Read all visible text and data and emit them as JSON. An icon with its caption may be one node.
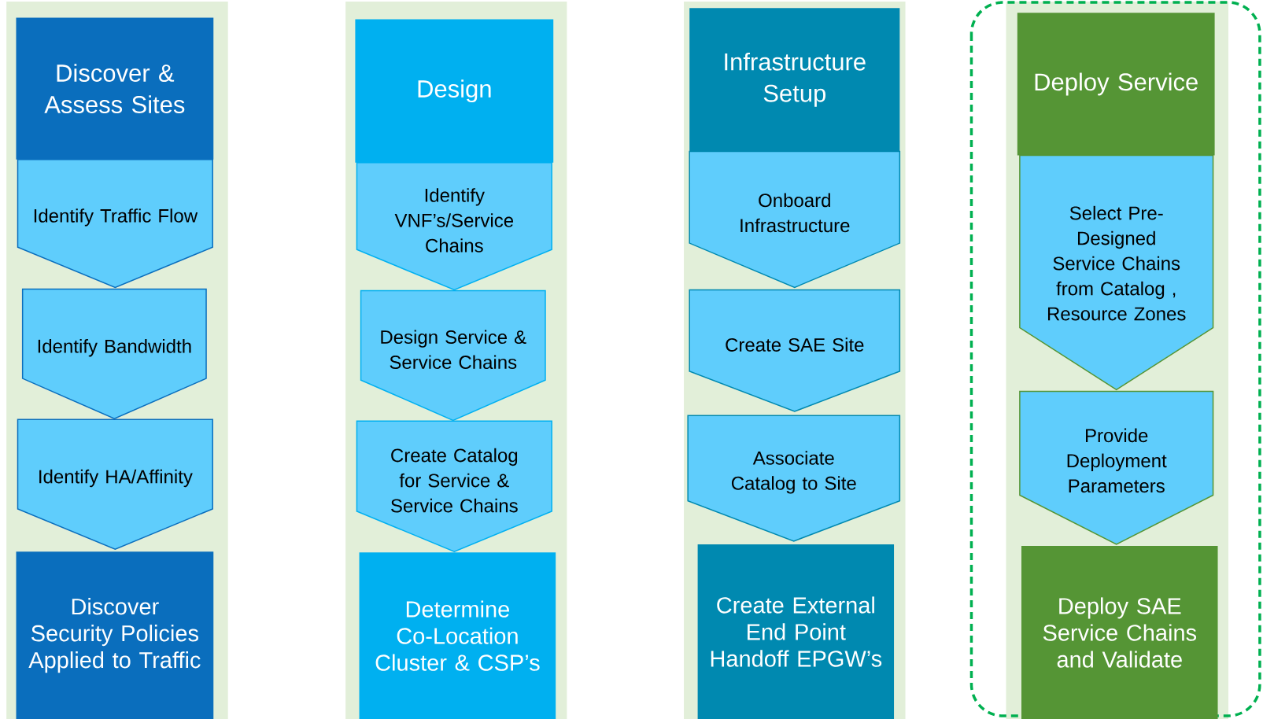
{
  "diagram": {
    "nodes": [
      {
        "text": [
          "Discover & Assess Sites"
        ]
      },
      {
        "text": [
          "Identify Traffic Flow"
        ]
      },
      {
        "text": [
          "Identify Bandwidth"
        ]
      },
      {
        "text": [
          "Identify HA/Affinity"
        ]
      },
      {
        "text": [
          "Discover Security Policies Applied to Traffic"
        ]
      },
      {
        "text": [
          "Design"
        ]
      },
      {
        "text": [
          "Identify VNF’s/Service Chains"
        ]
      },
      {
        "text": [
          "Design Service & Service Chains"
        ]
      },
      {
        "text": [
          "Create Catalog for Service & Service Chains"
        ]
      },
      {
        "text": [
          "Determine Co-Location Cluster & CSP’s"
        ]
      },
      {
        "text": [
          "Infrastructure Setup"
        ]
      },
      {
        "text": [
          "Onboard Infrastructure"
        ]
      },
      {
        "text": [
          "Create SAE Site"
        ]
      },
      {
        "text": [
          "Associate Catalog to Site"
        ]
      },
      {
        "text": [
          "Create External End Point Handoff EPGW’s"
        ]
      },
      {
        "text": [
          "Deploy Service"
        ]
      },
      {
        "text": [
          "Select Pre-Designed Service Chains from Catalog , Resource Zones"
        ]
      },
      {
        "text": [
          "Provide Deployment Parameters"
        ]
      },
      {
        "text": [
          "Deploy SAE Service Chains and Validate"
        ]
      }
    ]
  }
}
